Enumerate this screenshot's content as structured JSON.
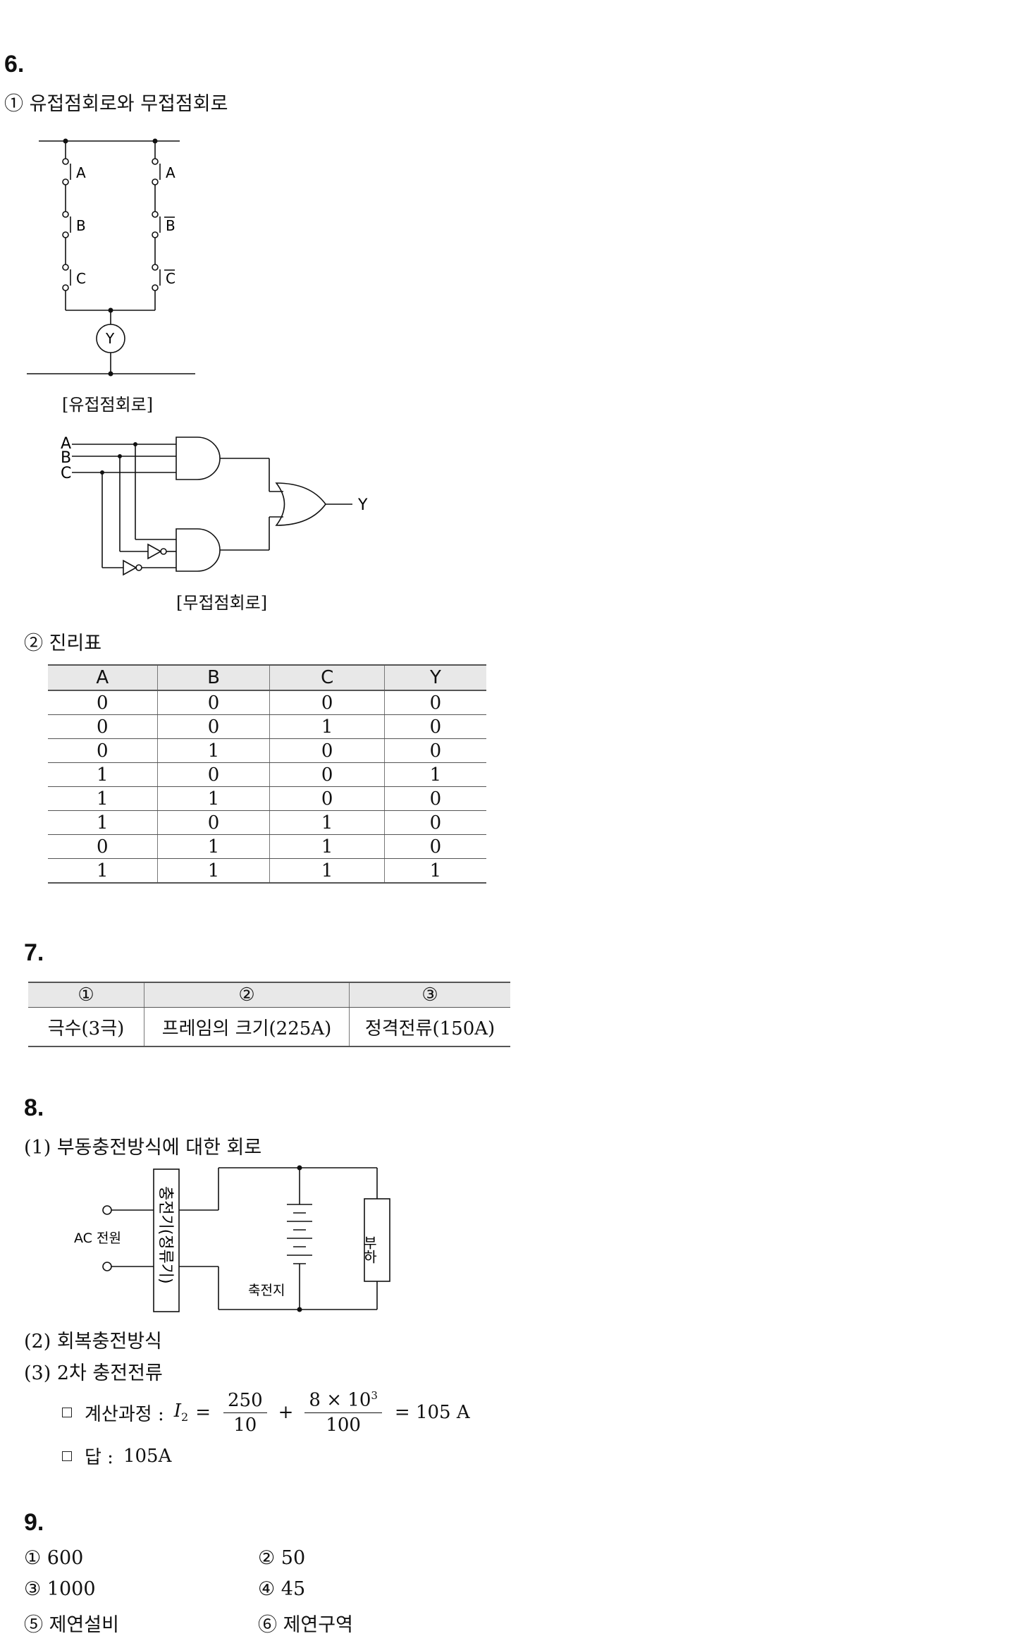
{
  "q6": {
    "number": "6.",
    "sub1": "① 유접점회로와 무접점회로",
    "relay": {
      "labels": [
        "A",
        "B",
        "C",
        "A",
        "B",
        "C"
      ],
      "output": "Y",
      "caption": "[유접점회로]"
    },
    "logic": {
      "inputs": [
        "A",
        "B",
        "C"
      ],
      "output": "Y",
      "caption": "[무접점회로]"
    },
    "sub2": "② 진리표",
    "truth_table": {
      "headers": [
        "A",
        "B",
        "C",
        "Y"
      ],
      "rows": [
        [
          "0",
          "0",
          "0",
          "0"
        ],
        [
          "0",
          "0",
          "1",
          "0"
        ],
        [
          "0",
          "1",
          "0",
          "0"
        ],
        [
          "1",
          "0",
          "0",
          "1"
        ],
        [
          "1",
          "1",
          "0",
          "0"
        ],
        [
          "1",
          "0",
          "1",
          "0"
        ],
        [
          "0",
          "1",
          "1",
          "0"
        ],
        [
          "1",
          "1",
          "1",
          "1"
        ]
      ]
    }
  },
  "q7": {
    "number": "7.",
    "headers": [
      "①",
      "②",
      "③"
    ],
    "values": [
      "극수(3극)",
      "프레임의 크기(225A)",
      "정격전류(150A)"
    ]
  },
  "q8": {
    "number": "8.",
    "sub1": "(1) 부동충전방식에 대한 회로",
    "circuit": {
      "source": "AC 전원",
      "charger": "충전기(정류기)",
      "battery": "축전지",
      "load": "부하"
    },
    "sub2": "(2) 회복충전방식",
    "sub3": "(3) 2차 충전전류",
    "calc_label": "계산과정 :",
    "calc": {
      "lhs": "I",
      "lhs_sub": "2",
      "frac1_num": "250",
      "frac1_den": "10",
      "frac2_num_base": "8 × 10",
      "frac2_num_exp": "3",
      "frac2_den": "100",
      "result": "= 105 A"
    },
    "answer_label": "답 :",
    "answer_value": "105A"
  },
  "q9": {
    "number": "9.",
    "items": [
      "① 600",
      "② 50",
      "③ 1000",
      "④ 45",
      "⑤ 제연설비",
      "⑥ 제연구역"
    ]
  }
}
